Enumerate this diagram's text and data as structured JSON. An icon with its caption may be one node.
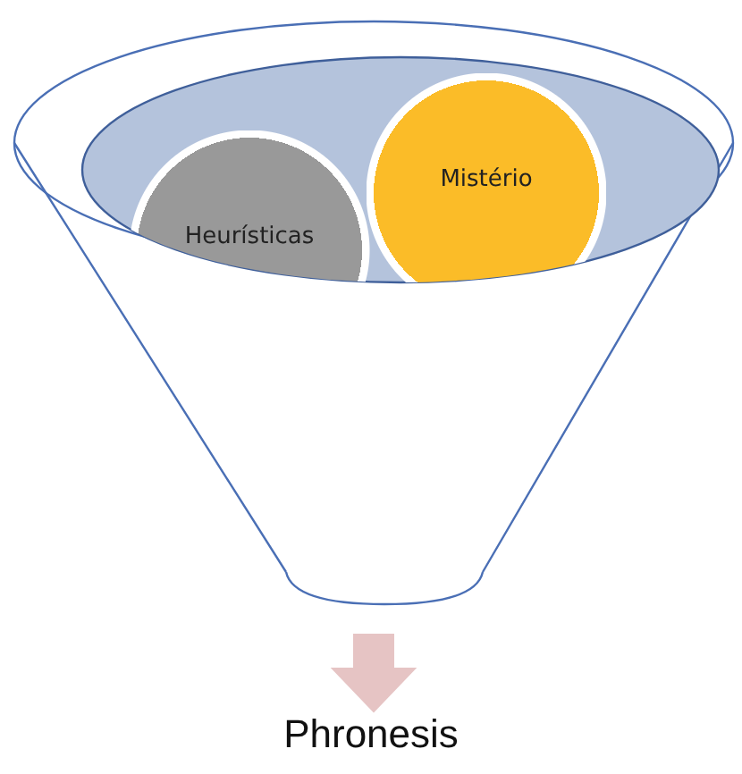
{
  "diagram": {
    "nodes": [
      {
        "text": [],
        "shape": "funnel"
      },
      {
        "text": [
          "Heurísticas"
        ],
        "in": 0
      },
      {
        "text": [
          "Mistério"
        ],
        "in": 0
      },
      {
        "text": [
          "Phronesis"
        ]
      }
    ],
    "edges": [
      {
        "from": 0,
        "to": 3,
        "arrow": "to",
        "style": "thick",
        "color": "#e6c4c4"
      }
    ]
  }
}
